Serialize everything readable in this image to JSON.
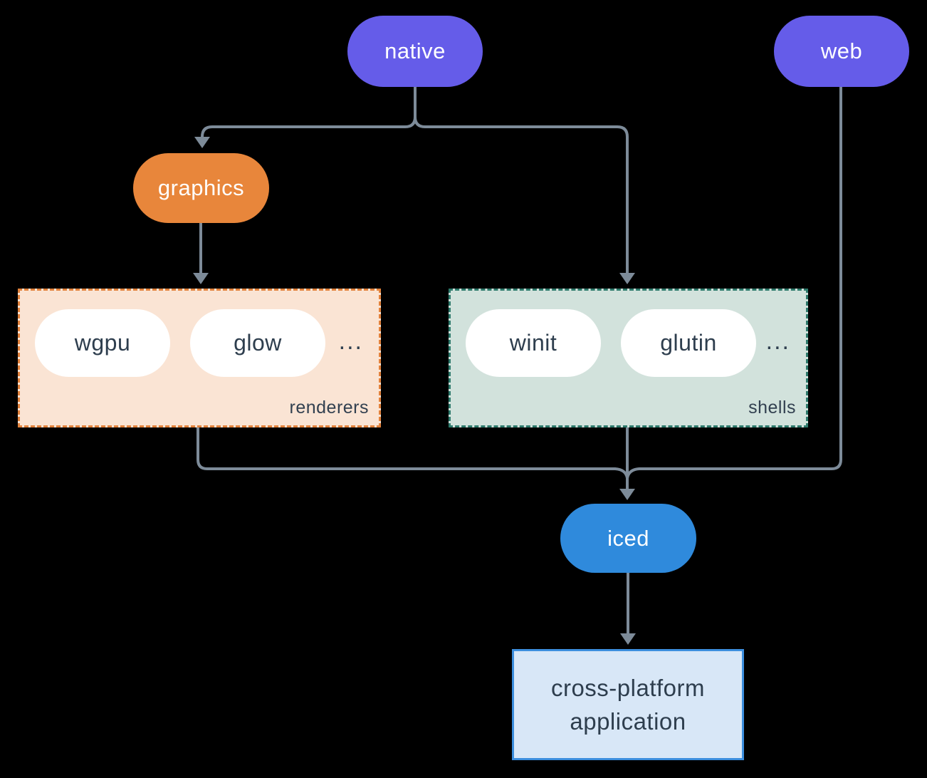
{
  "colors": {
    "background": "#000000",
    "connector": "#7d8b99",
    "native": "#655ce9",
    "web": "#655ce9",
    "graphics": "#e8863b",
    "iced": "#2f8adc",
    "renderers_fill": "#fae4d4",
    "renderers_border": "#e2823c",
    "shells_fill": "#d2e2dc",
    "shells_border": "#2e7a6c",
    "pill_fill": "#ffffff",
    "pill_text": "#2e3e4e",
    "app_fill": "#d8e7f7",
    "app_border": "#3c8edd",
    "label_text": "#324050",
    "node_text": "#ffffff"
  },
  "nodes": {
    "native": {
      "label": "native"
    },
    "web": {
      "label": "web"
    },
    "graphics": {
      "label": "graphics"
    },
    "iced": {
      "label": "iced"
    },
    "app": {
      "line1": "cross-platform",
      "line2": "application"
    }
  },
  "groups": {
    "renderers": {
      "label": "renderers",
      "items": [
        "wgpu",
        "glow"
      ],
      "more": "..."
    },
    "shells": {
      "label": "shells",
      "items": [
        "winit",
        "glutin"
      ],
      "more": "..."
    }
  }
}
